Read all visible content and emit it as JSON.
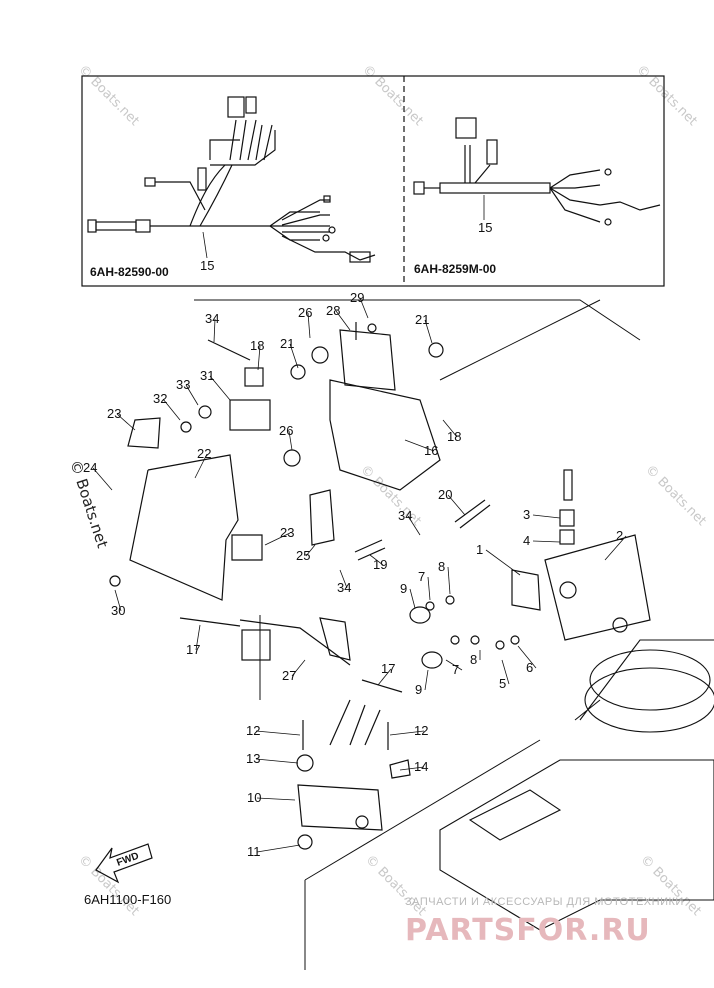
{
  "figure": {
    "diagram_code": "6AH1100-F160",
    "fwd_label": "FWD"
  },
  "inset_panels": [
    {
      "part_code": "6AH-82590-00",
      "callout": "15"
    },
    {
      "part_code": "6AH-8259M-00",
      "callout": "15"
    }
  ],
  "callouts": [
    "1",
    "2",
    "3",
    "4",
    "5",
    "6",
    "7",
    "8",
    "9",
    "10",
    "11",
    "12",
    "13",
    "14",
    "16",
    "17",
    "18",
    "19",
    "20",
    "21",
    "22",
    "23",
    "24",
    "25",
    "26",
    "27",
    "28",
    "29",
    "30",
    "31",
    "32",
    "33",
    "34"
  ],
  "watermarks": {
    "site": "© Boats.net"
  },
  "brand": {
    "tagline": "ЗАПЧАСТИ И АКСЕССУАРЫ ДЛЯ МОТОТЕХНИКИ",
    "name": "PARTSFOR.RU"
  }
}
